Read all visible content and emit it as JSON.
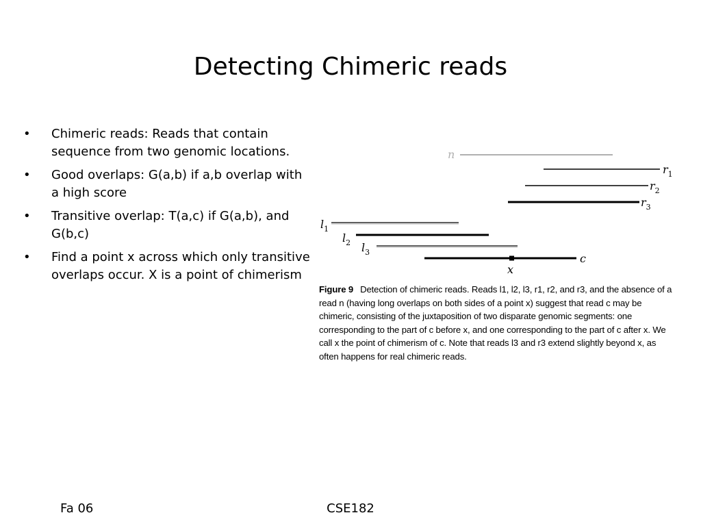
{
  "slide": {
    "title": "Detecting Chimeric reads",
    "bullets": [
      "Chimeric reads: Reads that contain sequence from two genomic locations.",
      "Good overlaps: G(a,b) if a,b overlap with a high score",
      "Transitive overlap: T(a,c) if G(a,b), and G(b,c)",
      "Find a point x across which only transitive overlaps occur. X is a point of chimerism"
    ],
    "bullet_symbol": "•"
  },
  "figure": {
    "reads": {
      "n": "n",
      "r1": "r",
      "r1_sub": "1",
      "r2": "r",
      "r2_sub": "2",
      "r3": "r",
      "r3_sub": "3",
      "l1": "l",
      "l1_sub": "1",
      "l2": "l",
      "l2_sub": "2",
      "l3": "l",
      "l3_sub": "3",
      "c": "c",
      "x": "x"
    },
    "caption": {
      "label": "Figure 9",
      "text": "Detection of chimeric reads. Reads l1, l2, l3, r1, r2, and r3, and the absence of a read n (having long overlaps on both sides of a point x) suggest that read c may be chimeric, consisting of the juxtaposition of two disparate genomic segments: one corresponding to the part of c before x, and one corresponding to the part of c after x. We call x the point of chimerism of c. Note that reads l3 and r3 extend slightly beyond x, as often happens for real chimeric reads."
    }
  },
  "footer": {
    "left": "Fa 06",
    "center": "CSE182"
  }
}
